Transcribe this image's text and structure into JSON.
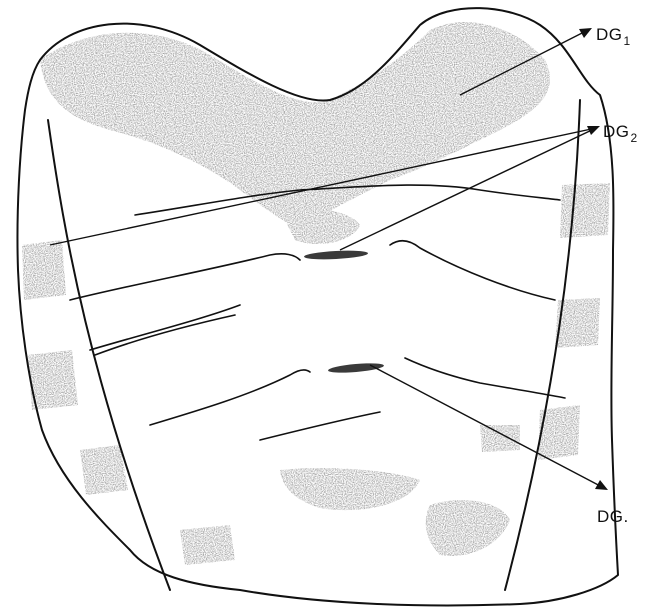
{
  "labels": [
    {
      "id": "dg1",
      "text": "DG",
      "sub": "1"
    },
    {
      "id": "dg2",
      "text": "DG",
      "sub": "2"
    },
    {
      "id": "dg3",
      "text": "DG.",
      "sub": ""
    }
  ],
  "colors": {
    "outline": "#111111",
    "stain": "#6a6a6a"
  }
}
